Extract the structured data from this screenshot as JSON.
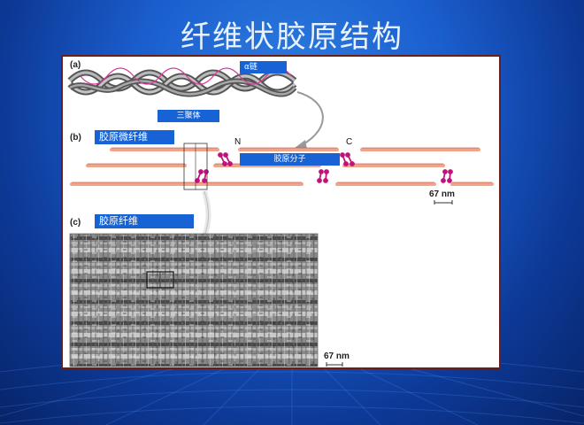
{
  "slide": {
    "title": "纤维状胶原结构"
  },
  "panel_a": {
    "label": "(a)",
    "alpha_chain": "α链",
    "triple_helix": "三聚体"
  },
  "panel_b": {
    "label": "(b)",
    "title": "胶原微纤维",
    "n_end": "N",
    "c_end": "C",
    "molecule": "胶原分子",
    "scale": "67 nm"
  },
  "panel_c": {
    "label": "(c)",
    "title": "胶原纤维",
    "scale": "67 nm"
  },
  "colors": {
    "background": "#1b5fcf",
    "label_box": "#1763d6",
    "panel_border": "#6b1e16",
    "crosslink": "#c0127a",
    "fibril": "#f0a58a"
  }
}
